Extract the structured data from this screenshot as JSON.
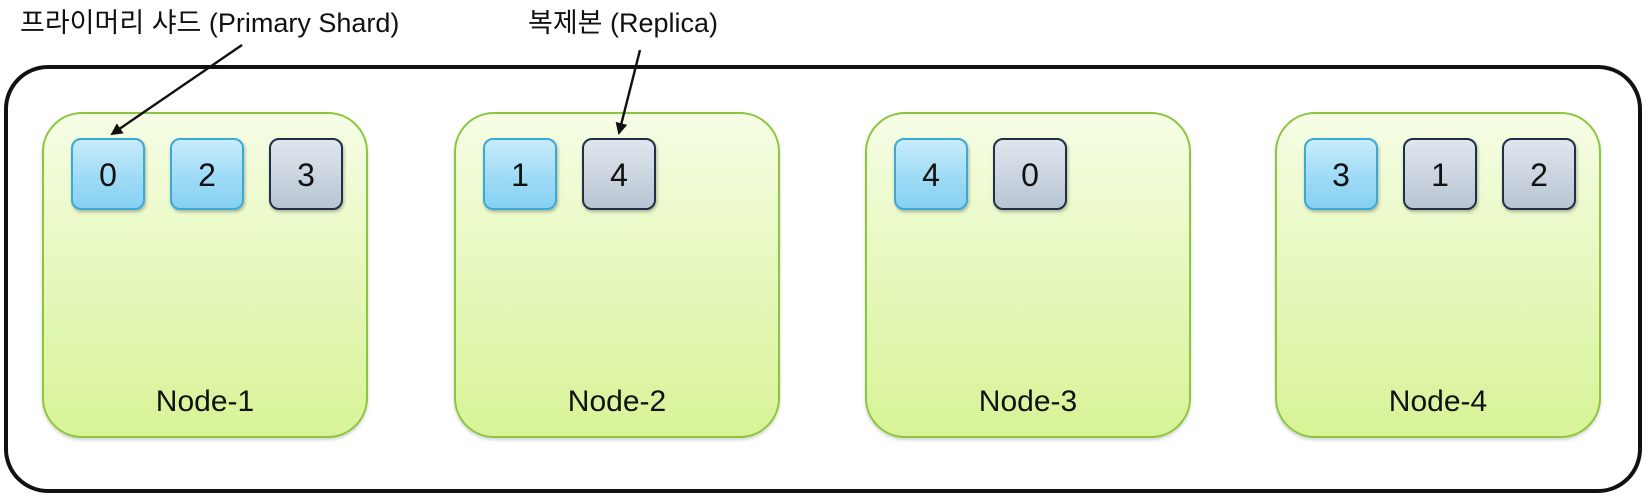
{
  "annotations": {
    "primary": "프라이머리 샤드 (Primary Shard)",
    "replica": "복제본 (Replica)"
  },
  "nodes": [
    {
      "label": "Node-1",
      "shards": [
        {
          "value": "0",
          "kind": "primary"
        },
        {
          "value": "2",
          "kind": "primary"
        },
        {
          "value": "3",
          "kind": "replica"
        }
      ]
    },
    {
      "label": "Node-2",
      "shards": [
        {
          "value": "1",
          "kind": "primary"
        },
        {
          "value": "4",
          "kind": "replica"
        }
      ]
    },
    {
      "label": "Node-3",
      "shards": [
        {
          "value": "4",
          "kind": "primary"
        },
        {
          "value": "0",
          "kind": "replica"
        }
      ]
    },
    {
      "label": "Node-4",
      "shards": [
        {
          "value": "3",
          "kind": "primary"
        },
        {
          "value": "1",
          "kind": "replica"
        },
        {
          "value": "2",
          "kind": "replica"
        }
      ]
    }
  ],
  "colors": {
    "node_border": "#8cc63f",
    "primary_fill": "#9fdbf6",
    "primary_border": "#3aa9d6",
    "replica_fill": "#c8d2de",
    "replica_border": "#1f2f48"
  }
}
